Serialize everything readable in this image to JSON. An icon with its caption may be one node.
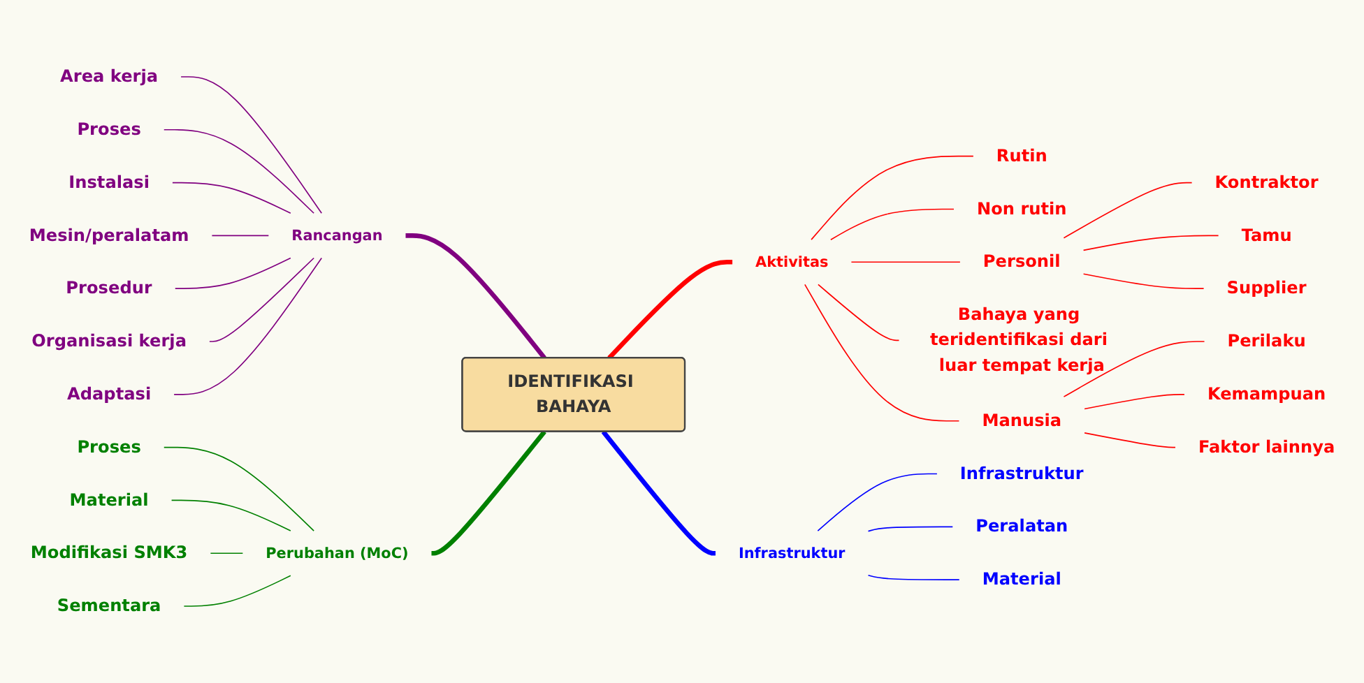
{
  "diagram": {
    "nodes": [
      {
        "text": [
          "IDENTIFIKASI BAHAYA"
        ]
      },
      {
        "text": [
          "Rancangan"
        ]
      },
      {
        "text": [
          "Area kerja"
        ]
      },
      {
        "text": [
          "Proses"
        ]
      },
      {
        "text": [
          "Instalasi"
        ]
      },
      {
        "text": [
          "Mesin/peralatam"
        ]
      },
      {
        "text": [
          "Prosedur"
        ]
      },
      {
        "text": [
          "Organisasi kerja"
        ]
      },
      {
        "text": [
          "Adaptasi"
        ]
      },
      {
        "text": [
          "Aktivitas"
        ]
      },
      {
        "text": [
          "Rutin"
        ]
      },
      {
        "text": [
          "Non rutin"
        ]
      },
      {
        "text": [
          "Personil"
        ]
      },
      {
        "text": [
          "Kontraktor"
        ]
      },
      {
        "text": [
          "Tamu"
        ]
      },
      {
        "text": [
          "Supplier"
        ]
      },
      {
        "text": [
          "Bahaya yang teridentifikasi dari luar tempat kerja"
        ]
      },
      {
        "text": [
          "Manusia"
        ]
      },
      {
        "text": [
          "Perilaku"
        ]
      },
      {
        "text": [
          "Kemampuan"
        ]
      },
      {
        "text": [
          "Faktor lainnya"
        ]
      },
      {
        "text": [
          "Perubahan (MoC)"
        ]
      },
      {
        "text": [
          "Proses"
        ]
      },
      {
        "text": [
          "Material"
        ]
      },
      {
        "text": [
          "Modifikasi SMK3"
        ]
      },
      {
        "text": [
          "Sementara"
        ]
      },
      {
        "text": [
          "Infrastruktur"
        ]
      },
      {
        "text": [
          "Infrastruktur"
        ]
      },
      {
        "text": [
          "Peralatan"
        ]
      },
      {
        "text": [
          "Material"
        ]
      }
    ],
    "edges": [
      {
        "from": 0,
        "to": 1,
        "arrow": "none",
        "style": "thick",
        "color": "#800080"
      },
      {
        "from": 1,
        "to": 2,
        "arrow": "none",
        "color": "#800080"
      },
      {
        "from": 1,
        "to": 3,
        "arrow": "none",
        "color": "#800080"
      },
      {
        "from": 1,
        "to": 4,
        "arrow": "none",
        "color": "#800080"
      },
      {
        "from": 1,
        "to": 5,
        "arrow": "none",
        "color": "#800080"
      },
      {
        "from": 1,
        "to": 6,
        "arrow": "none",
        "color": "#800080"
      },
      {
        "from": 1,
        "to": 7,
        "arrow": "none",
        "color": "#800080"
      },
      {
        "from": 1,
        "to": 8,
        "arrow": "none",
        "color": "#800080"
      },
      {
        "from": 0,
        "to": 9,
        "arrow": "none",
        "style": "thick",
        "color": "#ff0000"
      },
      {
        "from": 9,
        "to": 10,
        "arrow": "none",
        "color": "#ff0000"
      },
      {
        "from": 9,
        "to": 11,
        "arrow": "none",
        "color": "#ff0000"
      },
      {
        "from": 9,
        "to": 12,
        "arrow": "none",
        "color": "#ff0000"
      },
      {
        "from": 12,
        "to": 13,
        "arrow": "none",
        "color": "#ff0000"
      },
      {
        "from": 12,
        "to": 14,
        "arrow": "none",
        "color": "#ff0000"
      },
      {
        "from": 12,
        "to": 15,
        "arrow": "none",
        "color": "#ff0000"
      },
      {
        "from": 9,
        "to": 16,
        "arrow": "none",
        "color": "#ff0000"
      },
      {
        "from": 9,
        "to": 17,
        "arrow": "none",
        "color": "#ff0000"
      },
      {
        "from": 17,
        "to": 18,
        "arrow": "none",
        "color": "#ff0000"
      },
      {
        "from": 17,
        "to": 19,
        "arrow": "none",
        "color": "#ff0000"
      },
      {
        "from": 17,
        "to": 20,
        "arrow": "none",
        "color": "#ff0000"
      },
      {
        "from": 0,
        "to": 21,
        "arrow": "none",
        "style": "thick",
        "color": "#008000"
      },
      {
        "from": 21,
        "to": 22,
        "arrow": "none",
        "color": "#008000"
      },
      {
        "from": 21,
        "to": 23,
        "arrow": "none",
        "color": "#008000"
      },
      {
        "from": 21,
        "to": 24,
        "arrow": "none",
        "color": "#008000"
      },
      {
        "from": 21,
        "to": 25,
        "arrow": "none",
        "color": "#008000"
      },
      {
        "from": 0,
        "to": 26,
        "arrow": "none",
        "style": "thick",
        "color": "#0000ff"
      },
      {
        "from": 26,
        "to": 27,
        "arrow": "none",
        "color": "#0000ff"
      },
      {
        "from": 26,
        "to": 28,
        "arrow": "none",
        "color": "#0000ff"
      },
      {
        "from": 26,
        "to": 29,
        "arrow": "none",
        "color": "#0000ff"
      }
    ]
  }
}
